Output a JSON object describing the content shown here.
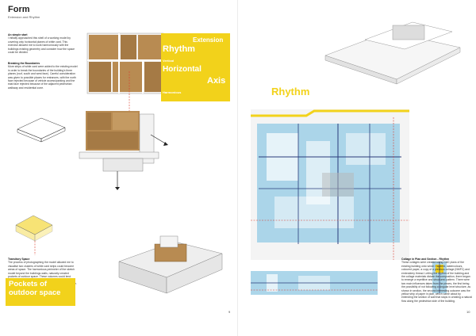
{
  "left_page": {
    "title": "Form",
    "subtitle": "Extension and Rhythm",
    "intro": {
      "heading": "An simple start",
      "body": "I initially approached this shell of a working model by covering only horizontal planes of white card. This exercise allowed me to work harmoniously with the buildings existing geometry and consider how the space could be divided."
    },
    "boundaries": {
      "heading": "Breaking the Boundaries",
      "body": "More strips of white card were added to the existing model in order to break the boundaries of the building's three planes (roof, south and west face). Careful consideration was given to possible places for entrances, with the north face rejected because of vehicle access/parking and the east face rejected because of the adjacent pedestrian walkway and residential zone."
    },
    "rhythm_box": {
      "extension": "Extension",
      "rhythm": "Rhythm",
      "vertical": "Vertical",
      "horizontal": "Horizontal",
      "axis": "Axis",
      "harmonious": "Harmonious"
    },
    "transitory": {
      "heading": "Transitory Space",
      "body": "The process of photographing the model allowed me to visualise two clusters of white card strips could become areas of space. The harmonious perimeter of the sketch model beyond the buildings walls, naturally created pockets of outdoor space. These volumes could lend themselves to enclosed courts, small gardens or just an area of space suggested by outdoor fixtures and furniture."
    },
    "pockets_label": "Pockets of outdoor space",
    "page_number": "9"
  },
  "right_page": {
    "rhythm_heading": "Rhythm",
    "collage": {
      "heading": "Collage in Plan and Section - Rhythm",
      "body": "These collages were created using CAD plans of the existing building onto which I layered, watercolours, coloured paper, a copy of a previous collage (NMFC) and embroidery thread. Letting the rhythm of the building and the collage materials dictate the composition, there began to emerge a repetitive and structured pattern. There were two main influences taken from the pieces, the first being the possibility of not following a singular level structure, as shown in section, the second interesting outcome was the yellow strip of paper in plan, which came about by extending the section of wall that stops in creating a natural flow along the pedestrian side of the building."
    },
    "page_number": "10"
  },
  "colors": {
    "accent_yellow": "#f2d21b",
    "cardboard": "#b88b52",
    "watercolor_blue": "#9ecfe6",
    "red_dash": "#d93b2b"
  }
}
